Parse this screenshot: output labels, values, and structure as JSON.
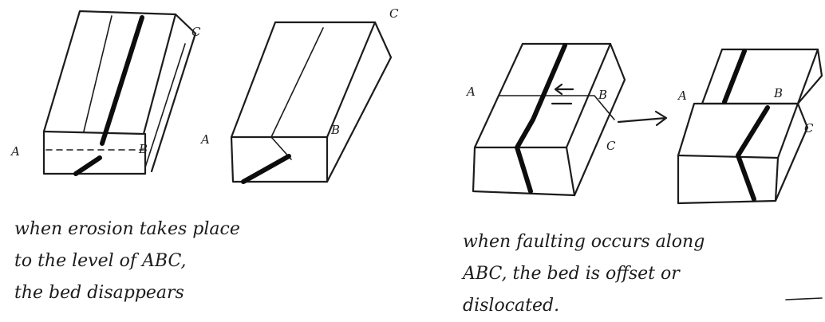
{
  "labels": {
    "a": "A",
    "b": "B",
    "c": "C"
  },
  "captions": {
    "erosion": [
      "when erosion takes place",
      "to the level of ABC,",
      "the bed disappears"
    ],
    "faulting": [
      "when faulting occurs along",
      "ABC, the bed is offset or",
      "dislocated."
    ]
  }
}
